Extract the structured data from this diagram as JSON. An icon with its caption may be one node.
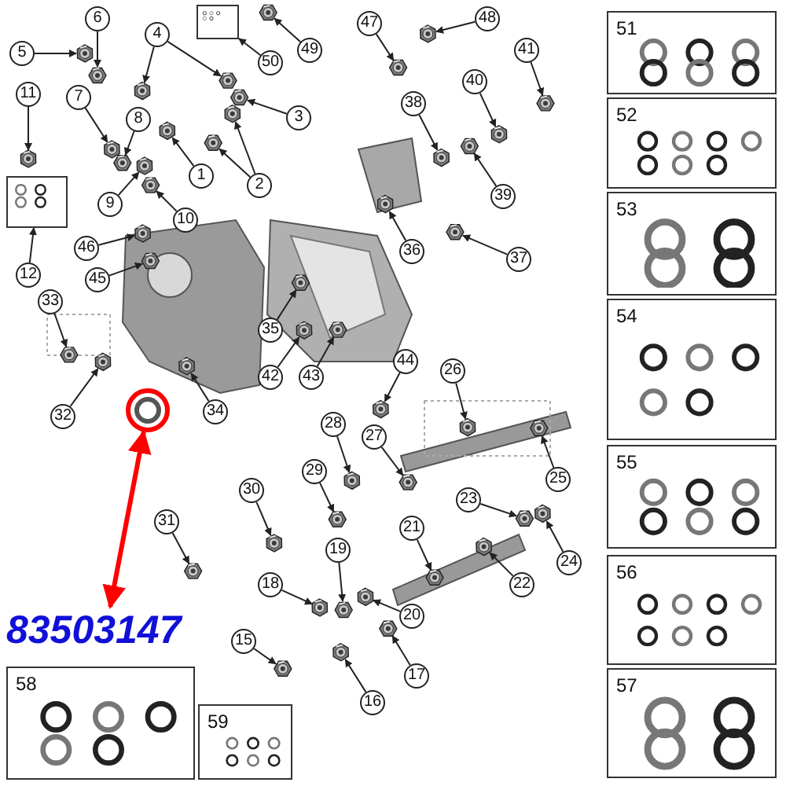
{
  "diagram": {
    "nodes": [
      {
        "text": [
          "1"
        ]
      },
      {
        "text": [
          "2"
        ]
      },
      {
        "text": [
          "3"
        ]
      },
      {
        "text": [
          "4"
        ]
      },
      {
        "text": [
          "5"
        ]
      },
      {
        "text": [
          "6"
        ]
      },
      {
        "text": [
          "7"
        ]
      },
      {
        "text": [
          "8"
        ]
      },
      {
        "text": [
          "9"
        ]
      },
      {
        "text": [
          "10"
        ]
      },
      {
        "text": [
          "11"
        ]
      },
      {
        "text": [
          "12"
        ]
      },
      {
        "text": [
          "15"
        ]
      },
      {
        "text": [
          "16"
        ]
      },
      {
        "text": [
          "17"
        ]
      },
      {
        "text": [
          "18"
        ]
      },
      {
        "text": [
          "19"
        ]
      },
      {
        "text": [
          "20"
        ]
      },
      {
        "text": [
          "21"
        ]
      },
      {
        "text": [
          "22"
        ]
      },
      {
        "text": [
          "23"
        ]
      },
      {
        "text": [
          "24"
        ]
      },
      {
        "text": [
          "25"
        ]
      },
      {
        "text": [
          "26"
        ]
      },
      {
        "text": [
          "27"
        ]
      },
      {
        "text": [
          "28"
        ]
      },
      {
        "text": [
          "29"
        ]
      },
      {
        "text": [
          "30"
        ]
      },
      {
        "text": [
          "31"
        ]
      },
      {
        "text": [
          "32"
        ]
      },
      {
        "text": [
          "33"
        ]
      },
      {
        "text": [
          "34"
        ]
      },
      {
        "text": [
          "35"
        ]
      },
      {
        "text": [
          "36"
        ]
      },
      {
        "text": [
          "37"
        ]
      },
      {
        "text": [
          "38"
        ]
      },
      {
        "text": [
          "39"
        ]
      },
      {
        "text": [
          "40"
        ]
      },
      {
        "text": [
          "41"
        ]
      },
      {
        "text": [
          "42"
        ]
      },
      {
        "text": [
          "43"
        ]
      },
      {
        "text": [
          "44"
        ]
      },
      {
        "text": [
          "45"
        ]
      },
      {
        "text": [
          "46"
        ]
      },
      {
        "text": [
          "47"
        ]
      },
      {
        "text": [
          "48"
        ]
      },
      {
        "text": [
          "49"
        ]
      },
      {
        "text": [
          "50"
        ]
      },
      {
        "text": [],
        "shape": "box"
      },
      {
        "text": [],
        "shape": "box"
      },
      {
        "text": [
          "51"
        ]
      },
      {
        "text": [
          "52"
        ]
      },
      {
        "text": [
          "53"
        ]
      },
      {
        "text": [
          "54"
        ]
      },
      {
        "text": [
          "55"
        ]
      },
      {
        "text": [
          "56"
        ]
      },
      {
        "text": [
          "57"
        ]
      },
      {
        "text": [
          "58"
        ]
      },
      {
        "text": [
          "59"
        ]
      },
      {
        "text": [
          "83503147"
        ]
      },
      {
        "text": [],
        "shape": "circle"
      },
      {
        "text": [],
        "shape": "picture"
      },
      {
        "text": [],
        "shape": "picture"
      },
      {
        "text": [],
        "shape": "picture"
      },
      {
        "text": [],
        "shape": "picture"
      },
      {
        "text": [],
        "shape": "picture"
      },
      {
        "text": [],
        "shape": "picture"
      },
      {
        "text": [],
        "shape": "picture"
      },
      {
        "text": [],
        "shape": "picture"
      },
      {
        "text": [],
        "shape": "picture"
      },
      {
        "text": [],
        "shape": "picture"
      },
      {
        "text": [],
        "shape": "picture"
      },
      {
        "text": [],
        "shape": "picture"
      },
      {
        "text": [],
        "shape": "picture"
      },
      {
        "text": [],
        "shape": "picture"
      },
      {
        "text": [],
        "shape": "picture"
      },
      {
        "text": [],
        "shape": "picture"
      },
      {
        "text": [],
        "shape": "picture"
      },
      {
        "text": [],
        "shape": "picture"
      },
      {
        "text": [],
        "shape": "picture"
      },
      {
        "text": [],
        "shape": "picture"
      },
      {
        "text": [],
        "shape": "picture"
      },
      {
        "text": [],
        "shape": "picture"
      },
      {
        "text": [],
        "shape": "picture"
      },
      {
        "text": [],
        "shape": "picture"
      },
      {
        "text": [],
        "shape": "picture"
      },
      {
        "text": [],
        "shape": "picture"
      },
      {
        "text": [],
        "shape": "picture"
      },
      {
        "text": [],
        "shape": "picture"
      },
      {
        "text": [],
        "shape": "picture"
      },
      {
        "text": [],
        "shape": "picture"
      },
      {
        "text": [],
        "shape": "picture"
      },
      {
        "text": [],
        "shape": "picture"
      },
      {
        "text": [],
        "shape": "picture"
      },
      {
        "text": [],
        "shape": "picture"
      },
      {
        "text": [],
        "shape": "picture"
      },
      {
        "text": [],
        "shape": "picture"
      },
      {
        "text": [],
        "shape": "picture"
      },
      {
        "text": [],
        "shape": "picture"
      },
      {
        "text": [],
        "shape": "picture"
      },
      {
        "text": [],
        "shape": "picture"
      },
      {
        "text": [],
        "shape": "picture"
      },
      {
        "text": [],
        "shape": "picture"
      },
      {
        "text": [],
        "shape": "picture"
      },
      {
        "text": [],
        "shape": "picture"
      },
      {
        "text": [],
        "shape": "picture"
      },
      {
        "text": [],
        "shape": "picture"
      },
      {
        "text": [],
        "shape": "picture"
      },
      {
        "text": [],
        "shape": "picture"
      }
    ],
    "edges": [
      {
        "from": 0,
        "to": 61,
        "arrow": "to"
      },
      {
        "from": 1,
        "to": 62,
        "arrow": "to"
      },
      {
        "from": 1,
        "to": 63,
        "arrow": "to"
      },
      {
        "from": 2,
        "to": 64,
        "arrow": "to"
      },
      {
        "from": 3,
        "to": 65,
        "arrow": "to"
      },
      {
        "from": 3,
        "to": 66,
        "arrow": "to"
      },
      {
        "from": 4,
        "to": 67,
        "arrow": "to"
      },
      {
        "from": 5,
        "to": 68,
        "arrow": "to"
      },
      {
        "from": 6,
        "to": 69,
        "arrow": "to"
      },
      {
        "from": 7,
        "to": 70,
        "arrow": "to"
      },
      {
        "from": 8,
        "to": 71,
        "arrow": "to"
      },
      {
        "from": 9,
        "to": 72,
        "arrow": "to"
      },
      {
        "from": 10,
        "to": 73,
        "arrow": "to"
      },
      {
        "from": 11,
        "to": 48,
        "arrow": "to"
      },
      {
        "from": 12,
        "to": 74,
        "arrow": "to"
      },
      {
        "from": 13,
        "to": 75,
        "arrow": "to"
      },
      {
        "from": 14,
        "to": 76,
        "arrow": "to"
      },
      {
        "from": 15,
        "to": 77,
        "arrow": "to"
      },
      {
        "from": 16,
        "to": 78,
        "arrow": "to"
      },
      {
        "from": 17,
        "to": 79,
        "arrow": "to"
      },
      {
        "from": 18,
        "to": 80,
        "arrow": "to"
      },
      {
        "from": 19,
        "to": 81,
        "arrow": "to"
      },
      {
        "from": 20,
        "to": 82,
        "arrow": "to"
      },
      {
        "from": 21,
        "to": 83,
        "arrow": "to"
      },
      {
        "from": 22,
        "to": 84,
        "arrow": "to"
      },
      {
        "from": 23,
        "to": 85,
        "arrow": "to"
      },
      {
        "from": 24,
        "to": 86,
        "arrow": "to"
      },
      {
        "from": 25,
        "to": 87,
        "arrow": "to"
      },
      {
        "from": 26,
        "to": 88,
        "arrow": "to"
      },
      {
        "from": 27,
        "to": 89,
        "arrow": "to"
      },
      {
        "from": 28,
        "to": 90,
        "arrow": "to"
      },
      {
        "from": 29,
        "to": 91,
        "arrow": "to"
      },
      {
        "from": 30,
        "to": 92,
        "arrow": "to"
      },
      {
        "from": 31,
        "to": 93,
        "arrow": "to"
      },
      {
        "from": 32,
        "to": 94,
        "arrow": "to"
      },
      {
        "from": 33,
        "to": 95,
        "arrow": "to"
      },
      {
        "from": 34,
        "to": 96,
        "arrow": "to"
      },
      {
        "from": 35,
        "to": 97,
        "arrow": "to"
      },
      {
        "from": 36,
        "to": 98,
        "arrow": "to"
      },
      {
        "from": 37,
        "to": 99,
        "arrow": "to"
      },
      {
        "from": 38,
        "to": 100,
        "arrow": "to"
      },
      {
        "from": 39,
        "to": 101,
        "arrow": "to"
      },
      {
        "from": 40,
        "to": 102,
        "arrow": "to"
      },
      {
        "from": 41,
        "to": 103,
        "arrow": "to"
      },
      {
        "from": 42,
        "to": 104,
        "arrow": "to"
      },
      {
        "from": 43,
        "to": 105,
        "arrow": "to"
      },
      {
        "from": 44,
        "to": 106,
        "arrow": "to"
      },
      {
        "from": 45,
        "to": 107,
        "arrow": "to"
      },
      {
        "from": 46,
        "to": 108,
        "arrow": "to"
      },
      {
        "from": 47,
        "to": 49,
        "arrow": "to"
      },
      {
        "from": 59,
        "to": 60,
        "arrow": "both",
        "style": "thick",
        "color": "#ff0000"
      }
    ]
  }
}
